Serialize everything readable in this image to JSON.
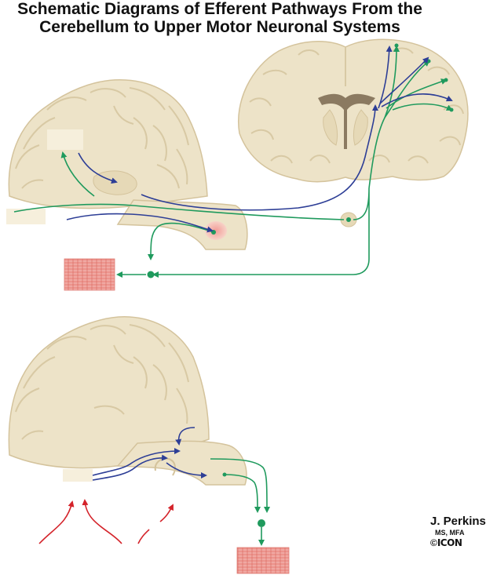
{
  "title": {
    "line1": "Schematic Diagrams of Efferent Pathways From the",
    "line2": "Cerebellum to Upper Motor Neuronal Systems"
  },
  "credit": {
    "artist": "J. Perkins",
    "degrees": "MS, MFA",
    "copyright_symbol": "©",
    "publisher": "ICON"
  },
  "colors": {
    "tissue": "#ede3c8",
    "tissue_outline": "#d4c39c",
    "sulcus": "#d8c9a4",
    "ventricle": "#8b7a61",
    "efferent_green": "#1f9a5d",
    "afferent_blue": "#2d3e96",
    "input_red": "#d4232a",
    "muscle": "#e8847e"
  }
}
